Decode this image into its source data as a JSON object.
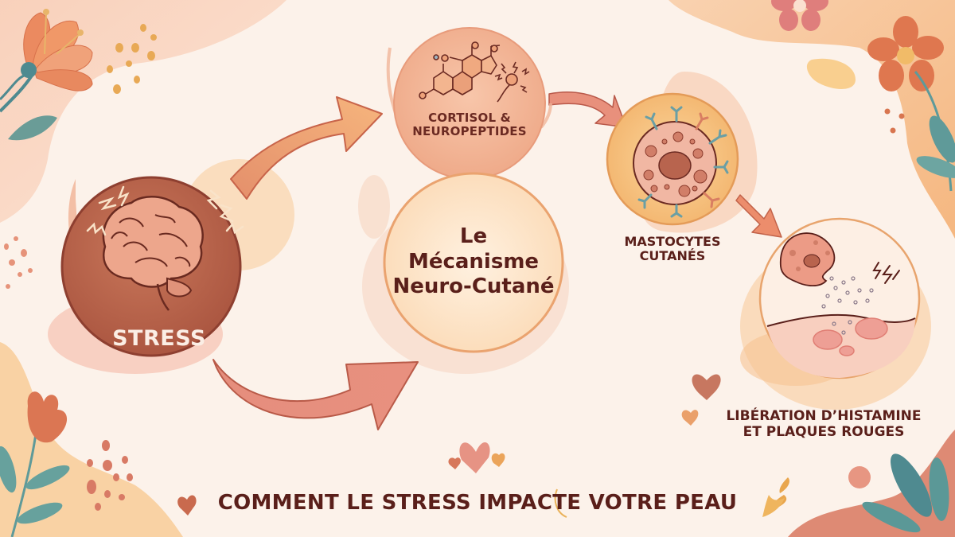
{
  "diagram": {
    "title": "COMMENT LE STRESS IMPACTE VOTRE PEAU",
    "center": {
      "line1": "Le",
      "line2": "Mécanisme",
      "line3": "Neuro-Cutané"
    },
    "nodes": [
      {
        "id": "stress",
        "label": "STRESS",
        "icon": "brain-icon"
      },
      {
        "id": "cortisol",
        "label_line1": "CORTISOL &",
        "label_line2": "NEUROPEPTIDES",
        "icon": "molecule-icon"
      },
      {
        "id": "mastocytes",
        "label_line1": "MASTOCYTES",
        "label_line2": "CUTANÉS",
        "icon": "mast-cell-icon"
      },
      {
        "id": "histamine",
        "label_line1": "LIBÉRATION D’HISTAMINE",
        "label_line2": "ET PLAQUES ROUGES",
        "icon": "skin-reaction-icon"
      }
    ],
    "edges": [
      {
        "from": "stress",
        "to": "cortisol"
      },
      {
        "from": "stress",
        "to": "center"
      },
      {
        "from": "cortisol",
        "to": "mastocytes"
      },
      {
        "from": "mastocytes",
        "to": "histamine"
      }
    ]
  },
  "colors": {
    "background": "#fcf2ea",
    "stress_circle": "#bd6a4f",
    "cortisol_circle": "#f4b99b",
    "center_circle": "#fde4c8",
    "mast_circle": "#f7c27f",
    "text_dark": "#5a1f1a",
    "arrow_orange": "#eba070",
    "arrow_pink": "#e08a78",
    "leaf_teal": "#5f9a9a",
    "flower_orange": "#e07a55"
  }
}
